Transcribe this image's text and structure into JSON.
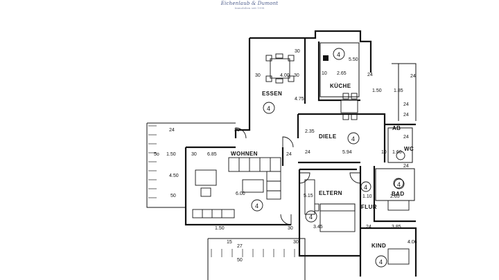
{
  "header": {
    "logo_text": "Eichenlaub & Dumont",
    "logo_subtext": "Immobilien seit 1998"
  },
  "rooms": {
    "essen": "ESSEN",
    "kueche": "KÜCHE",
    "diele": "DIELE",
    "wohnen": "WOHNEN",
    "eltern": "ELTERN",
    "kind": "KIND",
    "flur": "FLUR",
    "bad": "BAD",
    "ab": "AB",
    "wc": "WC"
  },
  "room_numbers": [
    "4",
    "4",
    "4",
    "4",
    "4",
    "4",
    "4",
    "4"
  ],
  "dimensions": {
    "essen_left": "30",
    "essen_width": "4.00",
    "essen_right": "30",
    "essen_top": "30",
    "essen_height": "4.75",
    "kueche_width": "2.65",
    "kueche_top": "5.50",
    "kueche_left": "10",
    "kueche_right": "24",
    "kueche_side": "1.50",
    "kueche_side2": "1.85",
    "wohnen_left_a": "5o",
    "wohnen_left_b": "1.50",
    "wohnen_left_c": "30",
    "wohnen_width": "6.85",
    "wohnen_height": "6.00",
    "wohnen_side": "4.50",
    "wohnen_side_top": "24",
    "wohnen_top_right": "30",
    "wohnen_bottom": "1.50",
    "wohnen_bottom2": "30",
    "wohnen_mid": "24",
    "diele_width": "5.94",
    "diele_right": "10",
    "diele_height": "2.35",
    "diele_left": "24",
    "diele_right2": "1.60",
    "eltern_height": "5.15",
    "eltern_width": "3.45",
    "eltern_right": "1.10",
    "bad_width": "2.65",
    "kind_width": "3.85",
    "kind_side": "24",
    "kind_height": "4.06",
    "bottom_30": "30",
    "bottom_50": "50",
    "bottom_27": "27",
    "bottom_15": "15",
    "left_50": "50",
    "top_24_right": "24",
    "right_col_1": "24",
    "right_col_2": "24",
    "right_col_3": "24",
    "right_col_4": "24"
  }
}
